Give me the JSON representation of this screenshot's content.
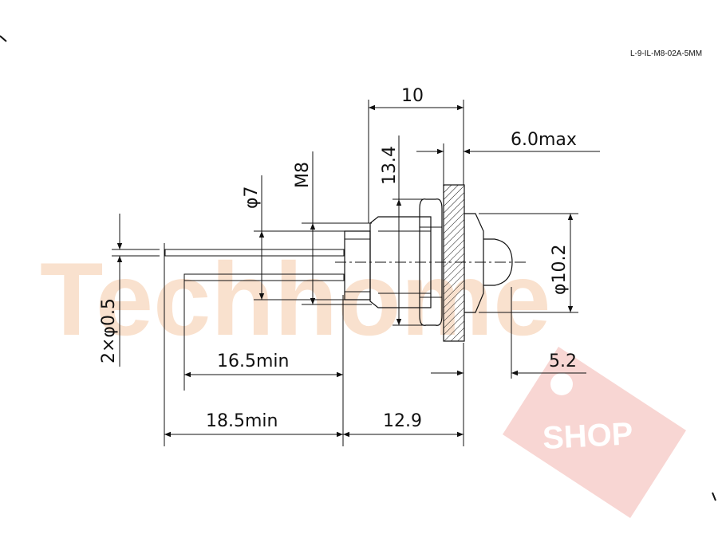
{
  "part_number": "L-9-IL-M8-02A-5MM",
  "dimensions": {
    "overall_width": "10",
    "panel_thickness": "6.0max",
    "thread_length": "13.4",
    "thread": "M8",
    "body_diameter": "φ7",
    "lead_diameter": "2×φ0.5",
    "lens_diameter": "φ10.2",
    "lens_protrusion": "5.2",
    "short_lead": "16.5min",
    "long_lead": "18.5min",
    "body_length": "12.9"
  },
  "watermark": {
    "brand": "Techhome",
    "badge": "SHOP",
    "brand_color": "#f5c9a6",
    "badge_color": "#e8867f"
  }
}
